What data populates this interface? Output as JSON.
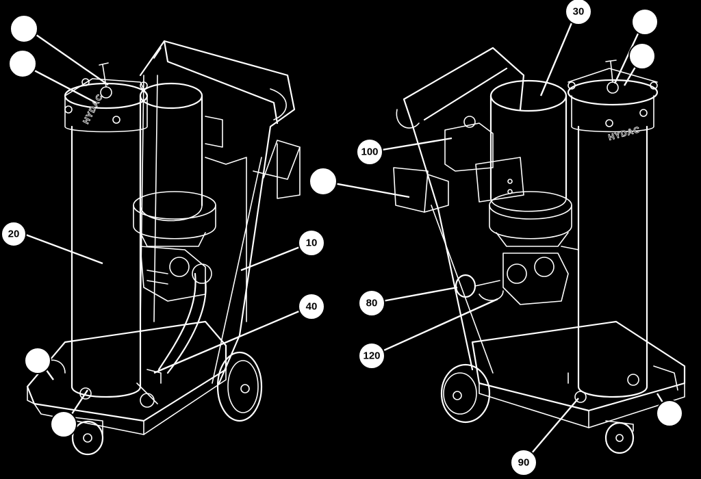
{
  "brand_label": "HYDAC",
  "callouts": {
    "frame": "10",
    "filter_housing": "20",
    "motor": "30",
    "pump_fitting": "40",
    "pressure_gauge": "80",
    "drain_valve": "90",
    "terminal_box": "100",
    "check_valve": "120",
    "unlabeled_top_1_left": "",
    "unlabeled_top_2_left": "",
    "unlabeled_handle": "",
    "unlabeled_bottom_1_left": "",
    "unlabeled_bottom_2_left": "",
    "unlabeled_top_1_right": "",
    "unlabeled_top_2_right": "",
    "unlabeled_bottom_right": ""
  },
  "colors": {
    "background": "#000000",
    "line": "#ffffff",
    "callout_fill": "#ffffff",
    "callout_text": "#000000"
  }
}
